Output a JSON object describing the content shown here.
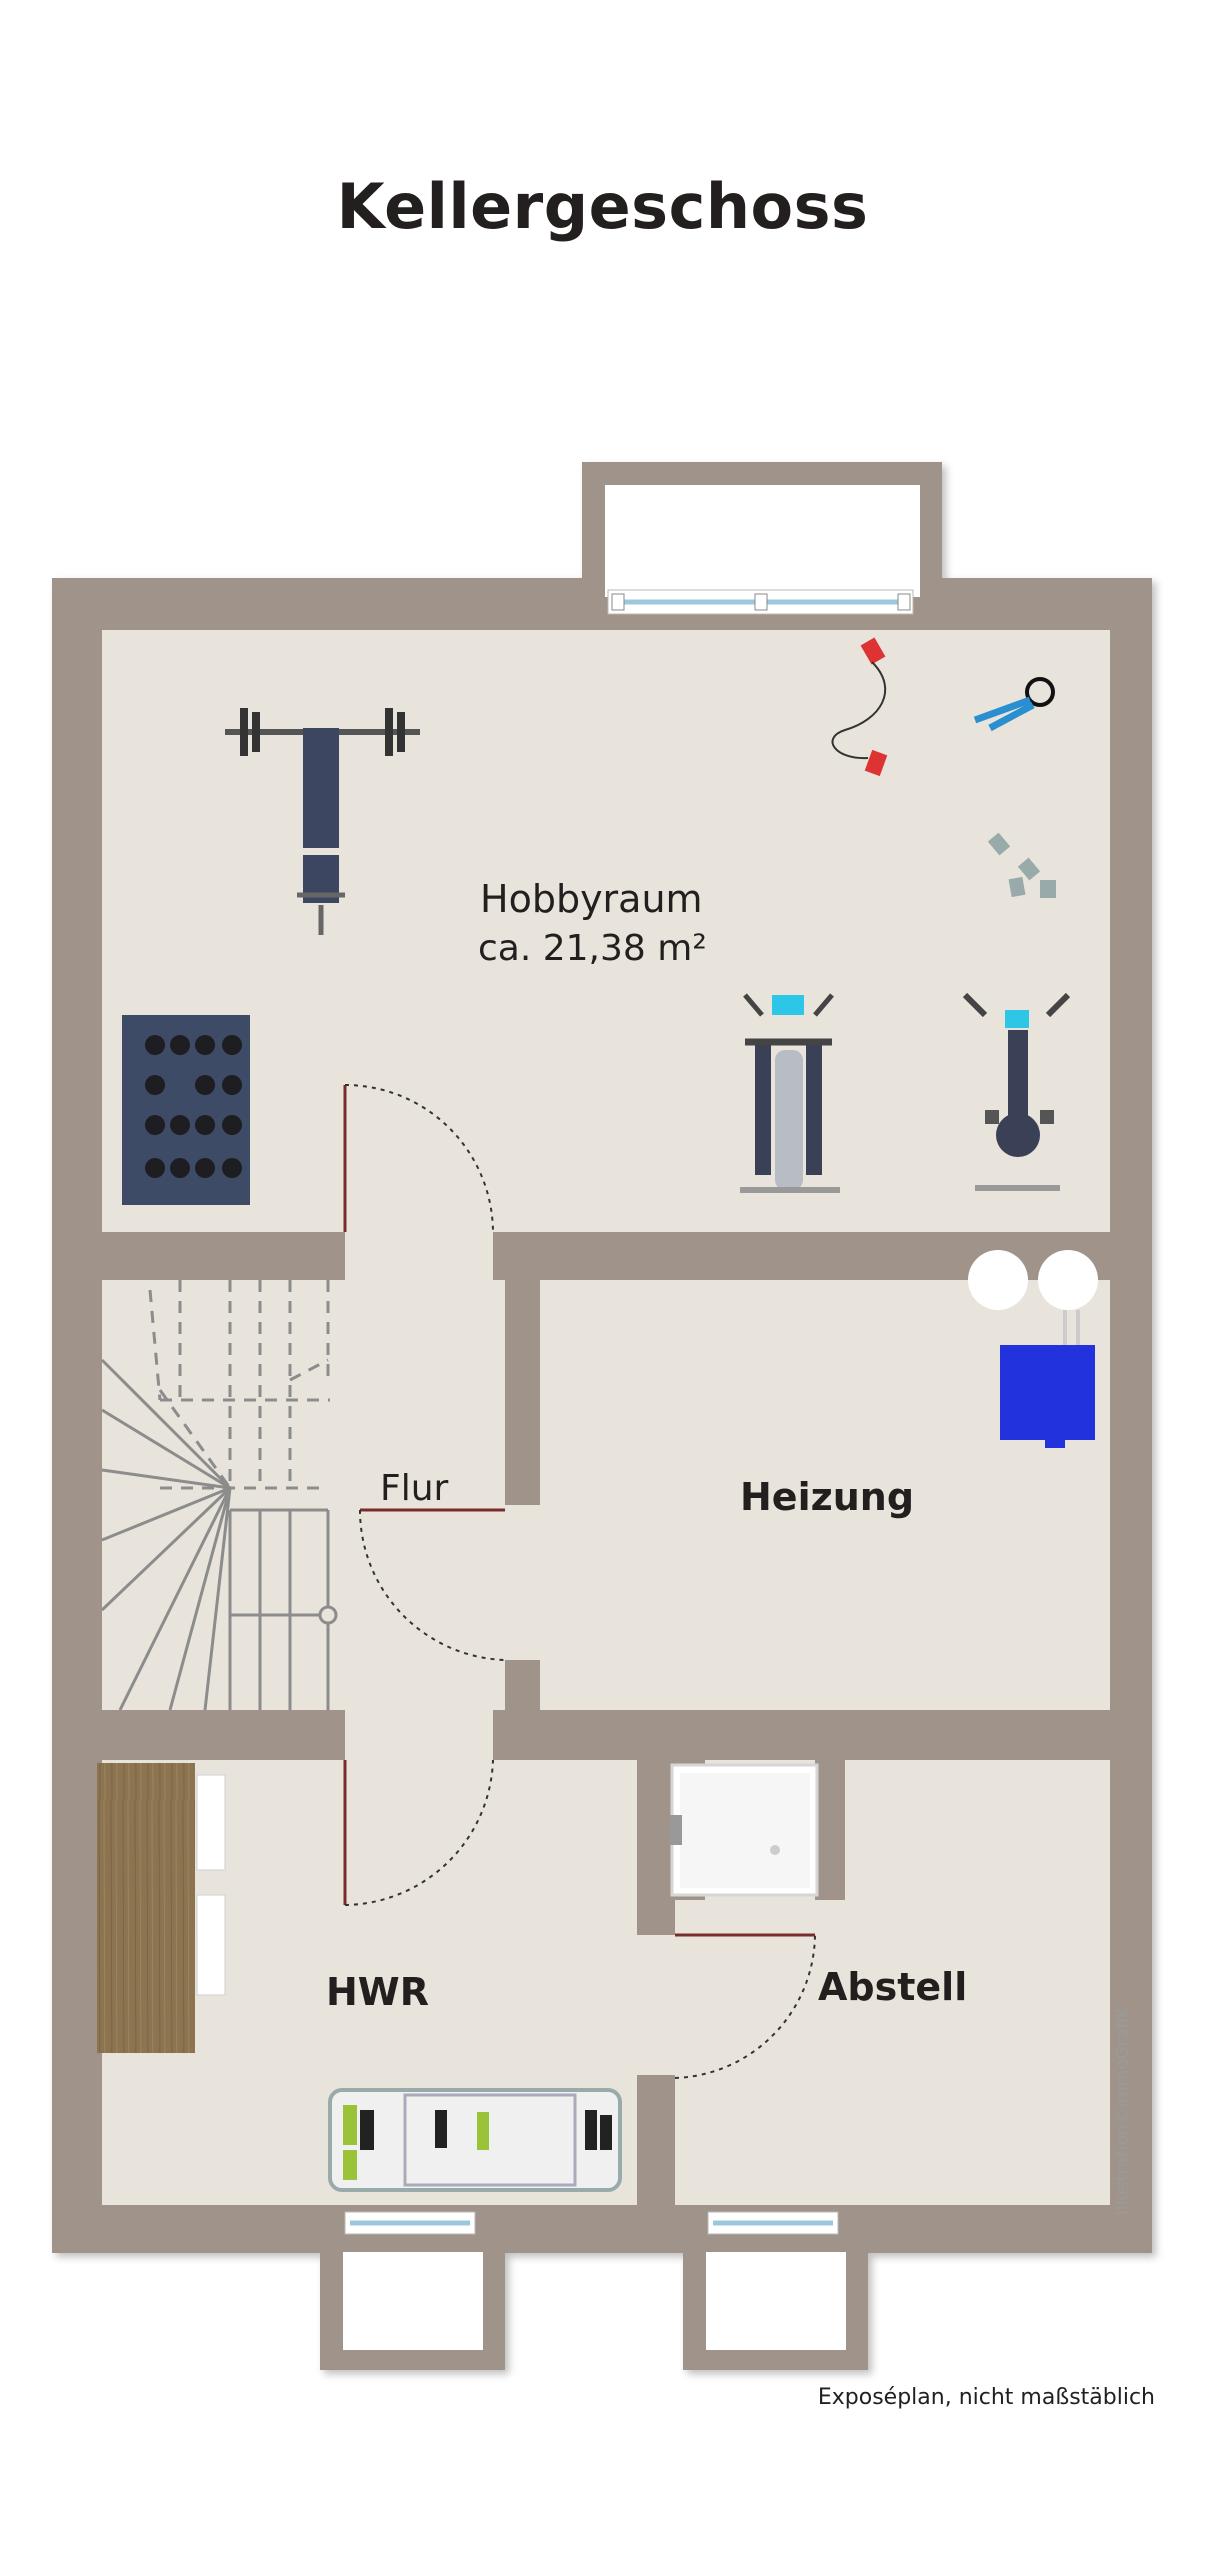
{
  "title": "Kellergeschoss",
  "rooms": [
    {
      "id": "hobbyraum",
      "name": "Hobbyraum",
      "area": "ca. 21,38 m²"
    },
    {
      "id": "flur",
      "name": "Flur"
    },
    {
      "id": "heizung",
      "name": "Heizung"
    },
    {
      "id": "hwr",
      "name": "HWR"
    },
    {
      "id": "abstell",
      "name": "Abstell"
    }
  ],
  "footer": "Exposéplan, nicht maßstäblich",
  "credit": "illustration©immoGrafik",
  "colors": {
    "wall": "#a0948a",
    "floor": "#e8e4dc",
    "door": "#7a2c2c",
    "boiler": "#2233dd",
    "wood": "#8a7350"
  }
}
